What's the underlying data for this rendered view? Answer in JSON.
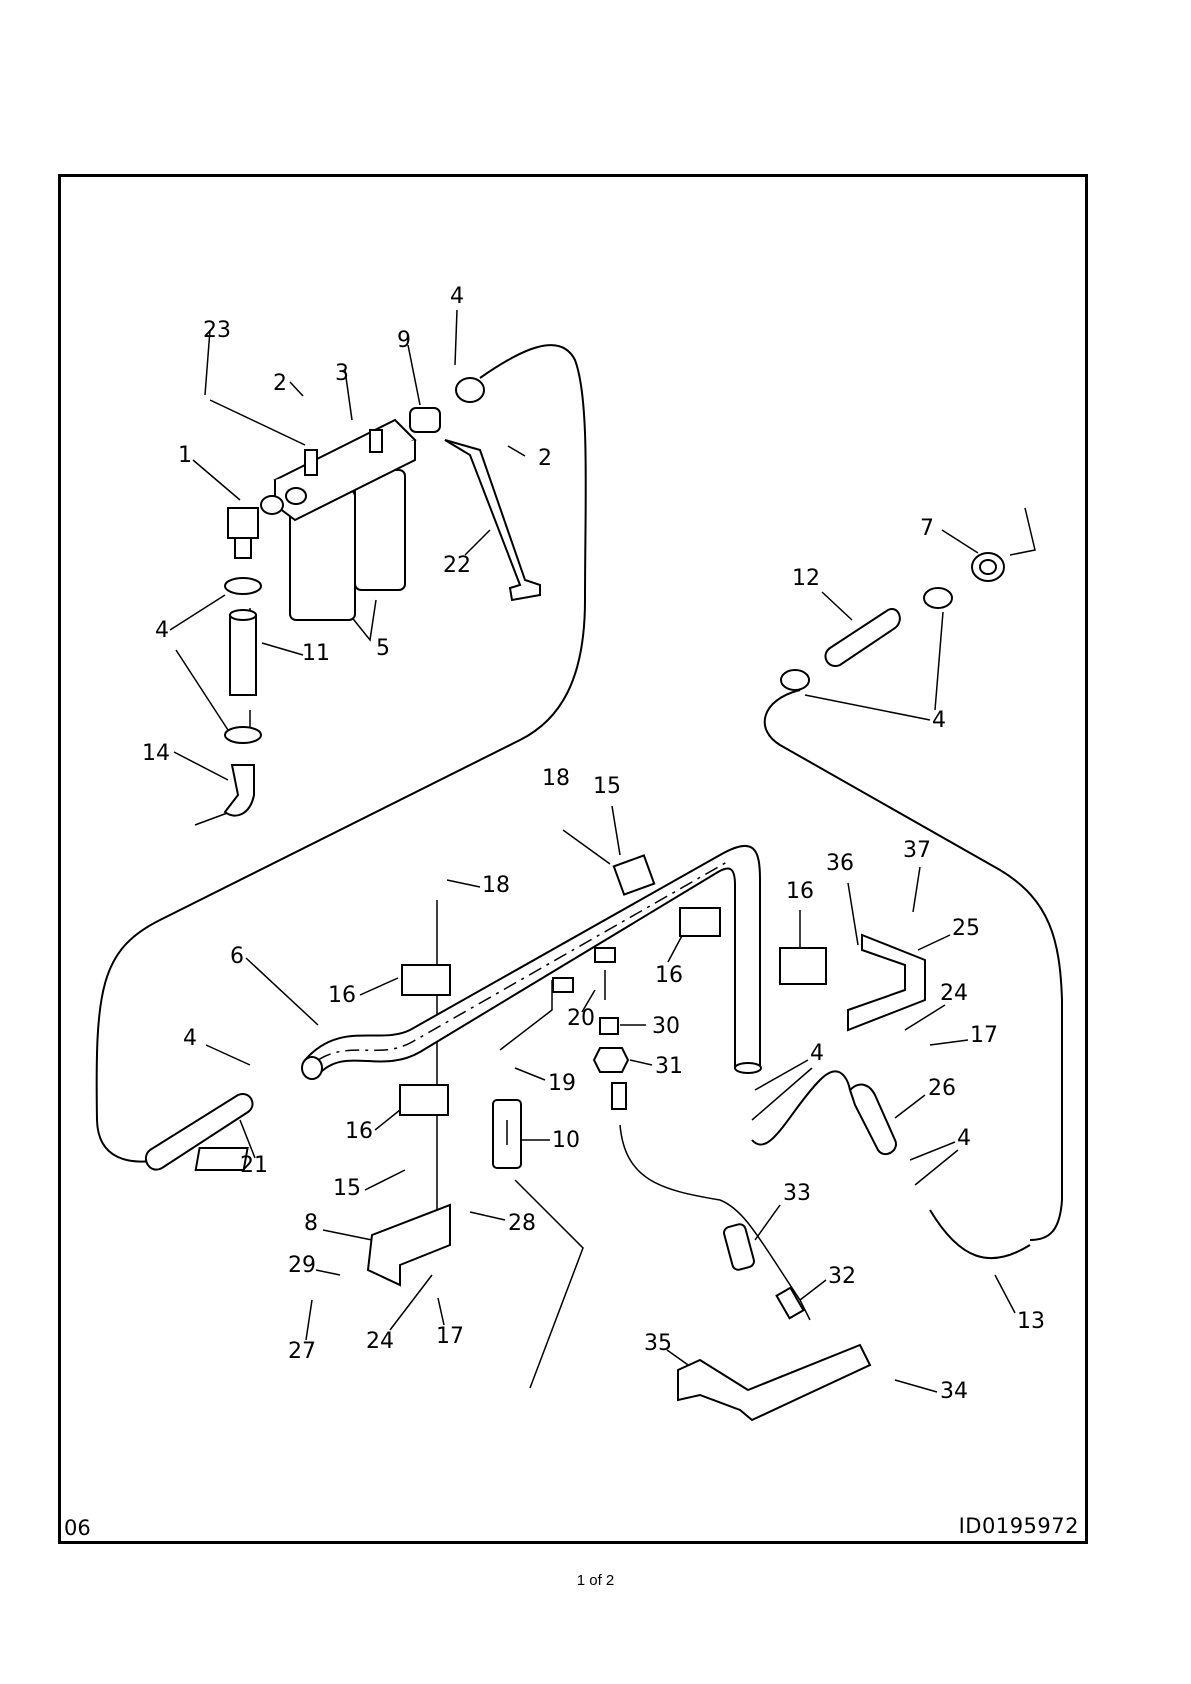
{
  "drawing_code": "06",
  "drawing_id": "ID0195972",
  "page_indicator": "1 of 2",
  "callouts": [
    {
      "label": "23"
    },
    {
      "label": "2"
    },
    {
      "label": "3"
    },
    {
      "label": "9"
    },
    {
      "label": "4"
    },
    {
      "label": "2"
    },
    {
      "label": "1"
    },
    {
      "label": "22"
    },
    {
      "label": "7"
    },
    {
      "label": "12"
    },
    {
      "label": "4"
    },
    {
      "label": "5"
    },
    {
      "label": "11"
    },
    {
      "label": "4"
    },
    {
      "label": "14"
    },
    {
      "label": "18"
    },
    {
      "label": "15"
    },
    {
      "label": "36"
    },
    {
      "label": "37"
    },
    {
      "label": "16"
    },
    {
      "label": "18"
    },
    {
      "label": "25"
    },
    {
      "label": "6"
    },
    {
      "label": "16"
    },
    {
      "label": "16"
    },
    {
      "label": "24"
    },
    {
      "label": "20"
    },
    {
      "label": "30"
    },
    {
      "label": "17"
    },
    {
      "label": "4"
    },
    {
      "label": "31"
    },
    {
      "label": "4"
    },
    {
      "label": "19"
    },
    {
      "label": "26"
    },
    {
      "label": "16"
    },
    {
      "label": "10"
    },
    {
      "label": "4"
    },
    {
      "label": "21"
    },
    {
      "label": "15"
    },
    {
      "label": "33"
    },
    {
      "label": "8"
    },
    {
      "label": "28"
    },
    {
      "label": "29"
    },
    {
      "label": "32"
    },
    {
      "label": "13"
    },
    {
      "label": "35"
    },
    {
      "label": "27"
    },
    {
      "label": "24"
    },
    {
      "label": "17"
    },
    {
      "label": "34"
    }
  ]
}
